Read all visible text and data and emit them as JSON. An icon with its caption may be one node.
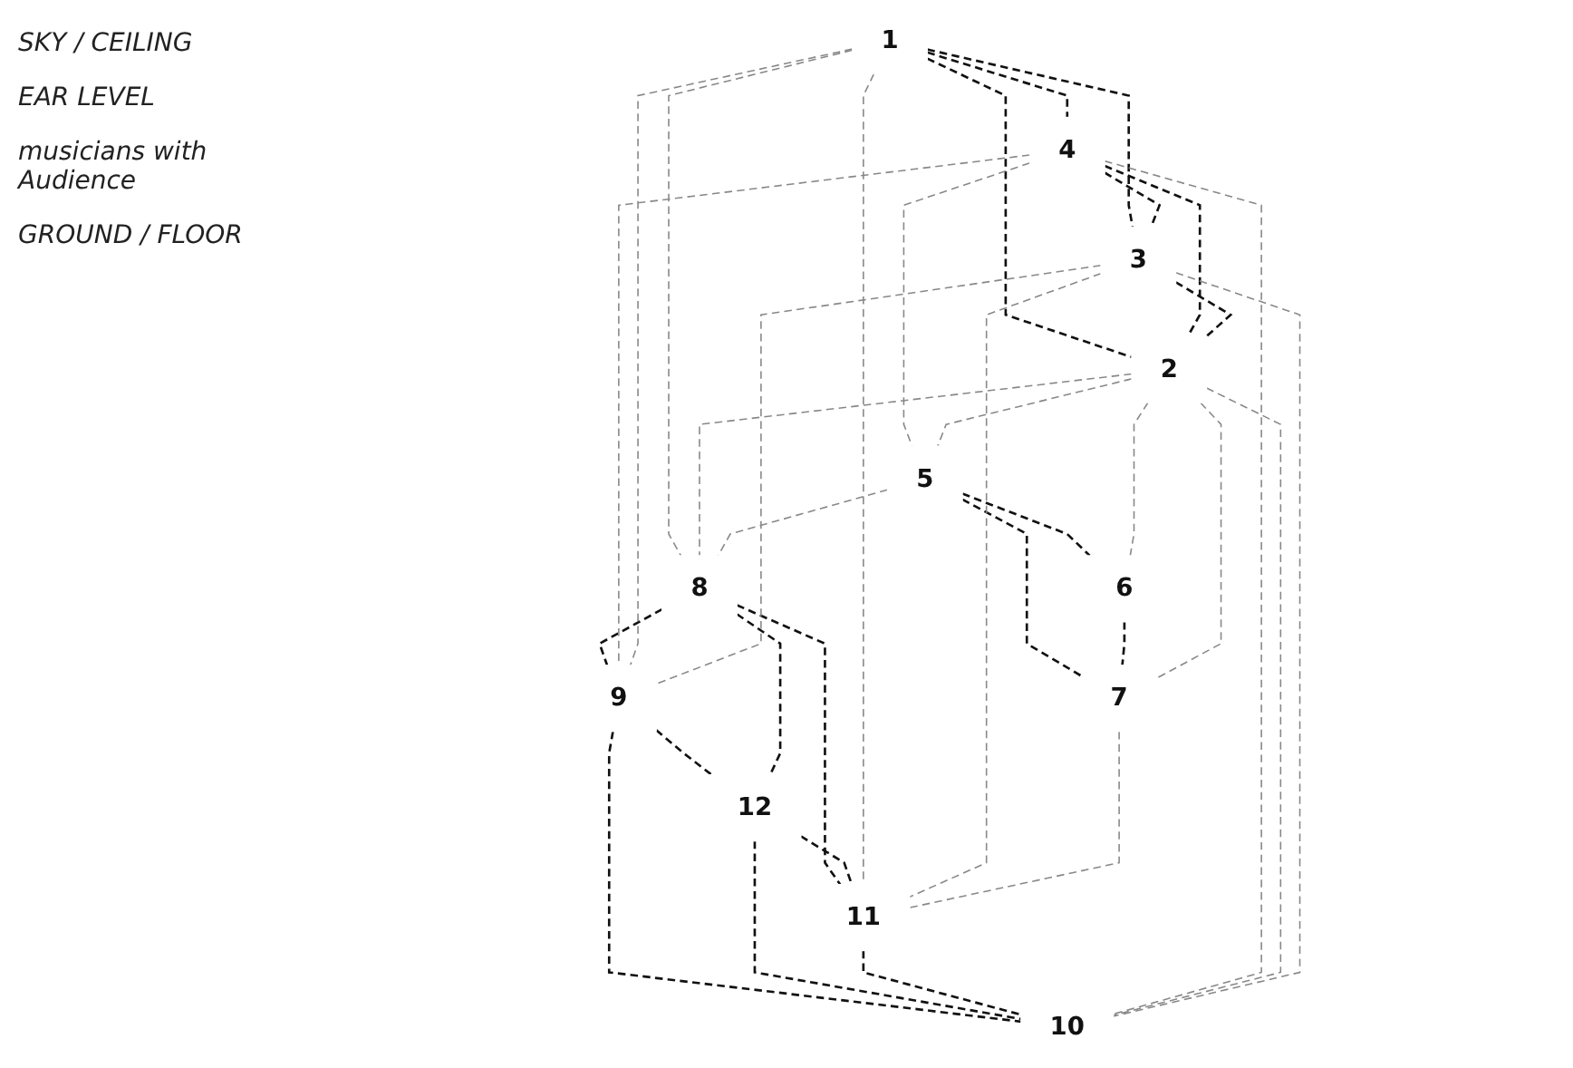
{
  "diagram": {
    "nodes": [
      {
        "text": [
          "1"
        ]
      },
      {
        "text": [
          "2"
        ]
      },
      {
        "text": [
          "3"
        ]
      },
      {
        "text": [
          "4"
        ]
      },
      {
        "text": [
          "5"
        ]
      },
      {
        "text": [
          "6"
        ]
      },
      {
        "text": [
          "7"
        ]
      },
      {
        "text": [
          "8"
        ]
      },
      {
        "text": [
          "9"
        ]
      },
      {
        "text": [
          "10"
        ]
      },
      {
        "text": [
          "11"
        ]
      },
      {
        "text": [
          "12"
        ]
      }
    ],
    "edges": [
      {
        "from": 0,
        "to": 1,
        "arrow": "none",
        "style": "dashed"
      },
      {
        "from": 0,
        "to": 3,
        "arrow": "none",
        "style": "dashed"
      },
      {
        "from": 0,
        "to": 2,
        "arrow": "none",
        "style": "dashed"
      },
      {
        "from": 3,
        "to": 1,
        "arrow": "none",
        "style": "dashed"
      },
      {
        "from": 3,
        "to": 2,
        "arrow": "none",
        "style": "dashed"
      },
      {
        "from": 2,
        "to": 1,
        "arrow": "none",
        "style": "dashed"
      },
      {
        "from": 4,
        "to": 5,
        "arrow": "none",
        "style": "dashed"
      },
      {
        "from": 4,
        "to": 6,
        "arrow": "none",
        "style": "dashed"
      },
      {
        "from": 5,
        "to": 6,
        "arrow": "none",
        "style": "dashed"
      },
      {
        "from": 8,
        "to": 9,
        "arrow": "none",
        "style": "dashed"
      },
      {
        "from": 8,
        "to": 11,
        "arrow": "none",
        "style": "dashed"
      },
      {
        "from": 7,
        "to": 8,
        "arrow": "none",
        "style": "dashed"
      },
      {
        "from": 7,
        "to": 11,
        "arrow": "none",
        "style": "dashed"
      },
      {
        "from": 7,
        "to": 10,
        "arrow": "none",
        "style": "dashed"
      },
      {
        "from": 11,
        "to": 9,
        "arrow": "none",
        "style": "dashed"
      },
      {
        "from": 11,
        "to": 10,
        "arrow": "none",
        "style": "dashed"
      },
      {
        "from": 10,
        "to": 9,
        "arrow": "none",
        "style": "dashed"
      },
      {
        "from": 3,
        "to": 4,
        "arrow": "none",
        "style": "dashed",
        "color": "#888888"
      },
      {
        "from": 3,
        "to": 8,
        "arrow": "none",
        "style": "dashed",
        "color": "#888888"
      },
      {
        "from": 3,
        "to": 9,
        "arrow": "none",
        "style": "dashed",
        "color": "#888888"
      },
      {
        "from": 0,
        "to": 7,
        "arrow": "none",
        "style": "dashed",
        "color": "#888888"
      },
      {
        "from": 0,
        "to": 8,
        "arrow": "none",
        "style": "dashed",
        "color": "#888888"
      },
      {
        "from": 0,
        "to": 10,
        "arrow": "none",
        "style": "dashed",
        "color": "#888888"
      },
      {
        "from": 1,
        "to": 4,
        "arrow": "none",
        "style": "dashed",
        "color": "#888888"
      },
      {
        "from": 1,
        "to": 7,
        "arrow": "none",
        "style": "dashed",
        "color": "#888888"
      },
      {
        "from": 1,
        "to": 5,
        "arrow": "none",
        "style": "dashed",
        "color": "#888888"
      },
      {
        "from": 1,
        "to": 9,
        "arrow": "none",
        "style": "dashed",
        "color": "#888888"
      },
      {
        "from": 1,
        "to": 6,
        "arrow": "none",
        "style": "dashed",
        "color": "#888888"
      },
      {
        "from": 2,
        "to": 8,
        "arrow": "none",
        "style": "dashed",
        "color": "#888888"
      },
      {
        "from": 2,
        "to": 10,
        "arrow": "none",
        "style": "dashed",
        "color": "#888888"
      },
      {
        "from": 2,
        "to": 9,
        "arrow": "none",
        "style": "dashed",
        "color": "#888888"
      },
      {
        "from": 4,
        "to": 7,
        "arrow": "none",
        "style": "dashed",
        "color": "#888888"
      },
      {
        "from": 6,
        "to": 10,
        "arrow": "none",
        "style": "dashed",
        "color": "#888888"
      }
    ],
    "labels": [
      "SKY / CEILING",
      "EAR LEVEL",
      "musicians with Audience",
      "GROUND / FLOOR"
    ]
  }
}
